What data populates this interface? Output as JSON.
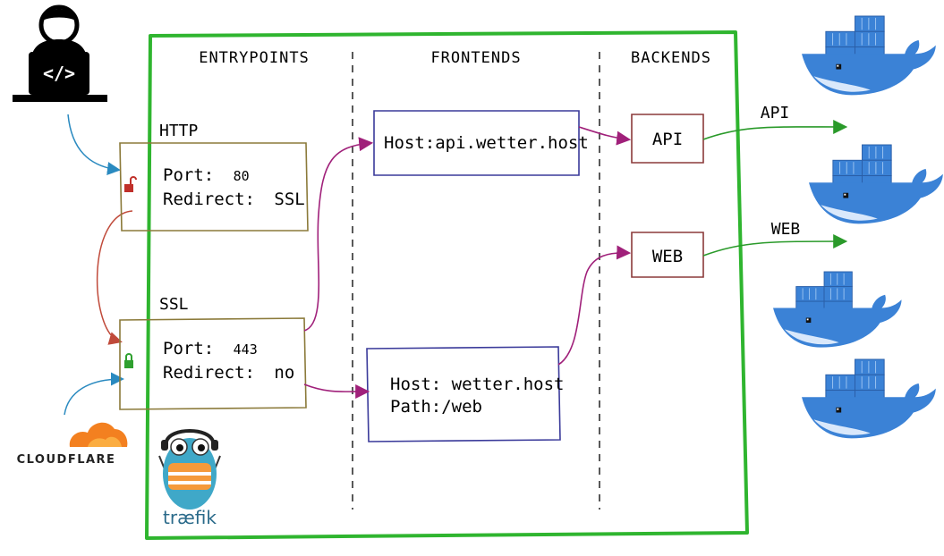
{
  "columns": {
    "entrypoints": "ENTRYPOINTS",
    "frontends": "FRONTENDS",
    "backends": "BACKENDS"
  },
  "entrypoints": {
    "http": {
      "label": "HTTP",
      "port_label": "Port:",
      "port_value": "80",
      "redirect_label": "Redirect:",
      "redirect_value": "SSL"
    },
    "ssl": {
      "label": "SSL",
      "port_label": "Port:",
      "port_value": "443",
      "redirect_label": "Redirect:",
      "redirect_value": "no"
    }
  },
  "frontends": {
    "api": {
      "host": "Host:api.wetter.host"
    },
    "web": {
      "host": "Host: wetter.host",
      "path": "Path:/web"
    }
  },
  "backends": {
    "api": "API",
    "web": "WEB"
  },
  "outputs": {
    "api": "API",
    "web": "WEB"
  },
  "logos": {
    "cloudflare": "CLOUDFLARE",
    "traefik": "træfik"
  },
  "colors": {
    "frame": "#2fb52f",
    "entry_box": "#8b7a3a",
    "frontend_box": "#3a3a9a",
    "backend_box": "#8b3a3a",
    "magenta": "#a0207a",
    "arrow_green": "#2a9a2a",
    "arrow_blue": "#2a8ac0",
    "arrow_red": "#c04a3a",
    "docker": "#3b82d6",
    "cloudflare": "#f38020"
  }
}
